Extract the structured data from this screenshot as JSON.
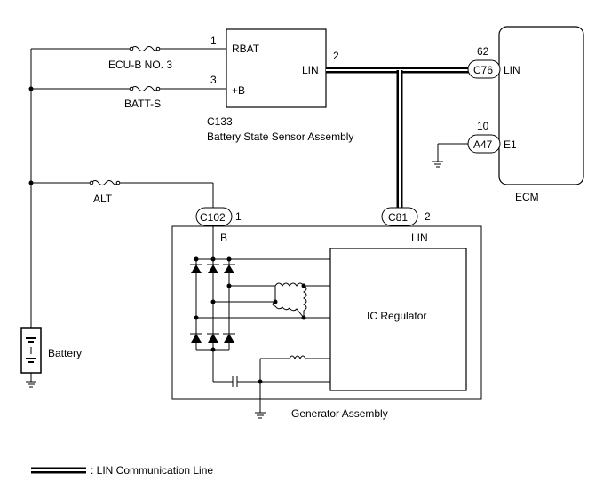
{
  "bss": {
    "pin1": "1",
    "pin1_name": "RBAT",
    "pin3": "3",
    "pin3_name": "+B",
    "pin2": "2",
    "pin2_name": "LIN",
    "code": "C133",
    "name": "Battery State Sensor Assembly"
  },
  "fuses": {
    "ecub": "ECU-B NO. 3",
    "batts": "BATT-S",
    "alt": "ALT"
  },
  "ecm": {
    "name": "ECM",
    "pin62": "62",
    "pin62_conn": "C76",
    "pin62_name": "LIN",
    "pin10": "10",
    "pin10_conn": "A47",
    "pin10_name": "E1"
  },
  "generator": {
    "name": "Generator Assembly",
    "conn_b": "C102",
    "pin_b": "1",
    "pin_b_name": "B",
    "conn_lin": "C81",
    "pin_lin": "2",
    "pin_lin_name": "LIN",
    "regulator": "IC Regulator"
  },
  "battery": {
    "label": "Battery"
  },
  "legend": {
    "lin": ": LIN Communication Line"
  }
}
